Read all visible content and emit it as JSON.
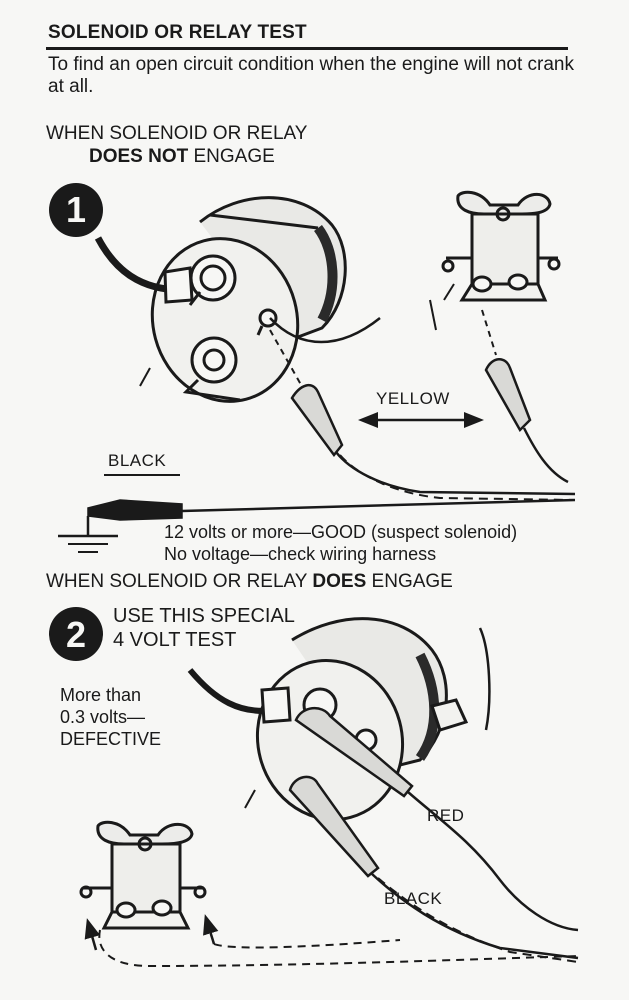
{
  "heading": "SOLENOID OR RELAY TEST",
  "intro": "To find an open circuit condition when the engine will not crank at all.",
  "section1": {
    "number": "1",
    "line1": "WHEN SOLENOID OR RELAY",
    "line2_bold": "DOES NOT",
    "line2_rest": " ENGAGE"
  },
  "labels": {
    "black_1": "BLACK",
    "yellow": "YELLOW",
    "red": "RED",
    "black_2": "BLACK"
  },
  "results": {
    "good": "12 volts or more—GOOD (suspect solenoid)",
    "none": "No voltage—check wiring harness"
  },
  "section2": {
    "number": "2",
    "heading_pre": "WHEN SOLENOID OR RELAY ",
    "heading_bold": "DOES",
    "heading_post": " ENGAGE",
    "line1": "USE THIS SPECIAL",
    "line2": "4 VOLT TEST",
    "defective_1": "More than",
    "defective_2": "0.3 volts—",
    "defective_3": "DEFECTIVE"
  },
  "colors": {
    "ink": "#1a1a1a",
    "paper": "#f7f7f5"
  }
}
